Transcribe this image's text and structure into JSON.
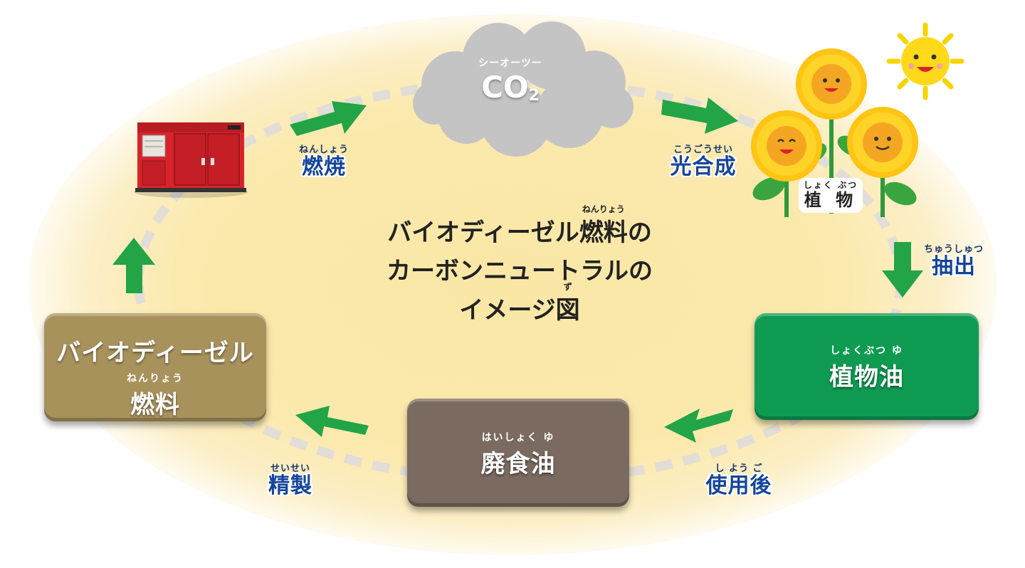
{
  "title": {
    "line1_a": "バイオディーゼル",
    "line1_ruby_text": "燃料",
    "line1_ruby": "ねんりょう",
    "line1_b": "の",
    "line2_a": "カーボンニュート",
    "line2_ruby_text": "ラ",
    "line2_ruby": "",
    "line2_b": "ルの",
    "line3_a": "イメージ",
    "line3_ruby_text": "図",
    "line3_ruby": "ず"
  },
  "co2": {
    "furigana": "シーオーツー",
    "label_main": "CO",
    "label_sub": "2"
  },
  "steps": {
    "combustion": {
      "furigana": "ねんしょう",
      "label": "燃焼"
    },
    "photosynthesis": {
      "furigana": "こうごうせい",
      "label": "光合成"
    },
    "extraction": {
      "furigana": "ちゅうしゅつ",
      "label": "抽出"
    },
    "after_use": {
      "furigana": "し よう ご",
      "label": "使用後"
    },
    "refining": {
      "furigana": "せいせい",
      "label": "精製"
    }
  },
  "boxes": {
    "plant_oil": {
      "furigana": "しょくぶつ ゆ",
      "label": "植物油",
      "color": "#0f9a52"
    },
    "waste_oil": {
      "furigana": "はいしょく ゆ",
      "label": "廃食油",
      "color": "#7a6a60"
    },
    "biodiesel": {
      "label": "バイオディーゼル",
      "furigana": "ねんりょう",
      "label2": "燃料",
      "color": "#a8925c"
    }
  },
  "plants": {
    "furigana": "しょく ぶつ",
    "label": "植 物"
  },
  "icons": [
    "generator-icon",
    "cloud-icon",
    "sun-icon",
    "sunflower-icon",
    "arrow-icon"
  ],
  "colors": {
    "arrow": "#23a447",
    "label_text": "#15459a",
    "glow": "#fae7a6",
    "cloud": "#c4c4c4"
  }
}
